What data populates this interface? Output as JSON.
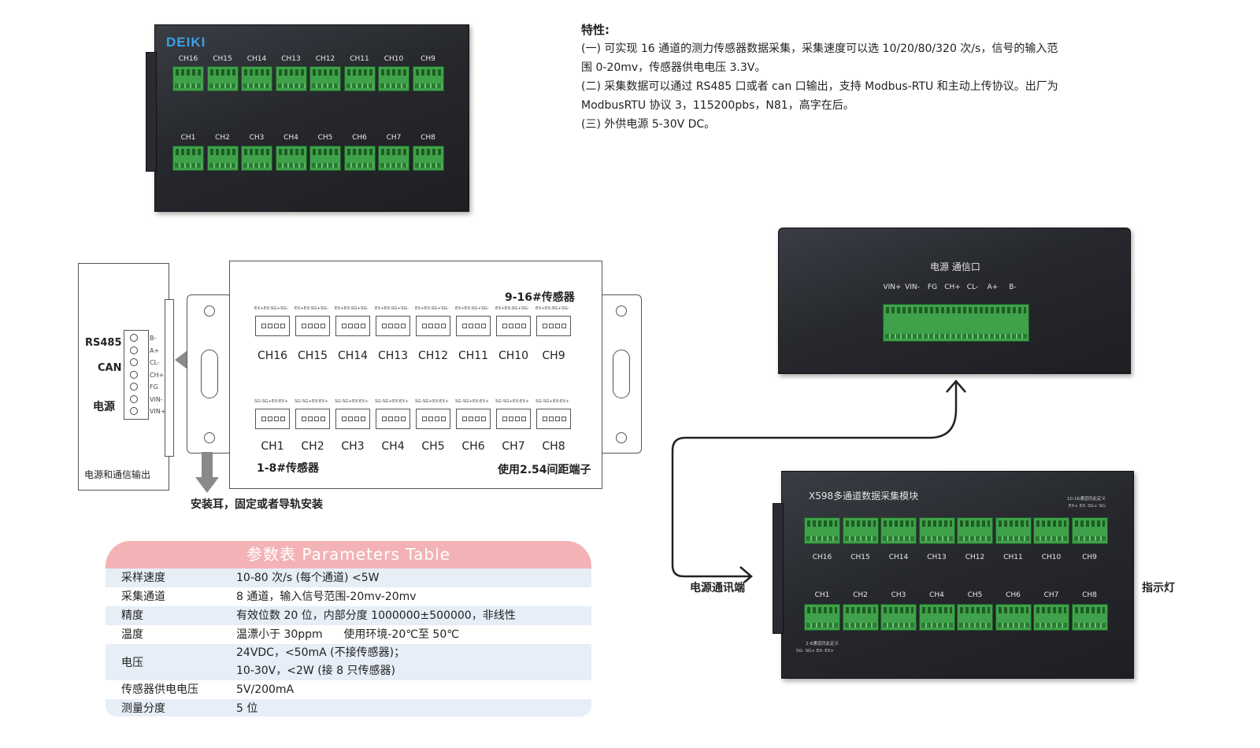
{
  "brand": "DEIKI",
  "top_device": {
    "upper_channels": [
      "CH16",
      "CH15",
      "CH14",
      "CH13",
      "CH12",
      "CH11",
      "CH10",
      "CH9"
    ],
    "lower_channels": [
      "CH1",
      "CH2",
      "CH3",
      "CH4",
      "CH5",
      "CH6",
      "CH7",
      "CH8"
    ]
  },
  "features": {
    "title": "特性:",
    "lines": [
      "(一) 可实现 16 通道的测力传感器数据采集，采集速度可以选 10/20/80/320 次/s，信号的输入范",
      "围 0-20mv，传感器供电电压 3.3V。",
      "(二) 采集数据可以通过 RS485 口或者 can 口输出，支持 Modbus-RTU 和主动上传协议。出厂为",
      "ModbusRTU 协议 3，115200pbs，N81，高字在后。",
      "(三) 外供电源 5-30V DC。"
    ]
  },
  "diagram": {
    "side_labels": [
      "RS485",
      "CAN",
      "电源"
    ],
    "side_pins": [
      "B-",
      "A+",
      "CL-",
      "CH+",
      "FG",
      "VIN-",
      "VIN+"
    ],
    "side_bottom": "电源和通信输出",
    "left_arrow": "左侧",
    "upper_title": "9-16#传感器",
    "upper_pins": "EX+EX-SG+SG-",
    "upper_channels": [
      "CH16",
      "CH15",
      "CH14",
      "CH13",
      "CH12",
      "CH11",
      "CH10",
      "CH9"
    ],
    "lower_pins": "SG-SG+EX-EX+",
    "lower_channels": [
      "CH1",
      "CH2",
      "CH3",
      "CH4",
      "CH5",
      "CH6",
      "CH7",
      "CH8"
    ],
    "lower_title": "1-8#传感器",
    "pitch_note": "使用2.54间距端子",
    "mount_note": "安装耳，固定或者导轨安装"
  },
  "power_device": {
    "title": "电源 通信口",
    "pins": [
      "VIN+",
      "VIN-",
      "FG",
      "CH+",
      "CL-",
      "A+",
      "B-"
    ]
  },
  "module_device": {
    "title": "X598多通道数据采集模块",
    "upper_def": "10-16通道同此定义",
    "upper_def_pins": "EX+ EX- SG+ SG-",
    "upper_channels": [
      "CH16",
      "CH15",
      "CH14",
      "CH13",
      "CH12",
      "CH11",
      "CH10",
      "CH9"
    ],
    "lower_channels": [
      "CH1",
      "CH2",
      "CH3",
      "CH4",
      "CH5",
      "CH6",
      "CH7",
      "CH8"
    ],
    "lower_def": "2-8通道同此定义",
    "lower_def_pins": "SG- SG+ EX- EX+"
  },
  "callouts": {
    "power_port": "电源通讯端",
    "indicator": "指示灯"
  },
  "params": {
    "header": "参数表  Parameters Table",
    "rows": [
      {
        "k": "采样速度",
        "v": "10-80 次/s (每个通道) <5W"
      },
      {
        "k": "采集通道",
        "v": "8 通道，输入信号范围-20mv-20mv"
      },
      {
        "k": "精度",
        "v": "有效位数 20 位，内部分度 1000000±500000，非线性"
      },
      {
        "k": "温度",
        "v": "温漂小于 30ppm      使用环境-20℃至 50℃"
      },
      {
        "k": "电压",
        "v": "24VDC，<50mA (不接传感器)；",
        "v2": "10-30V，<2W (接 8 只传感器)"
      },
      {
        "k": "传感器供电电压",
        "v": "5V/200mA"
      },
      {
        "k": "测量分度",
        "v": "5 位"
      }
    ]
  },
  "colors": {
    "terminal_green": "#3fa14a",
    "table_header": "#f3b3b6",
    "table_row_alt": "#e6eef7",
    "device_dark": "#26282d"
  }
}
